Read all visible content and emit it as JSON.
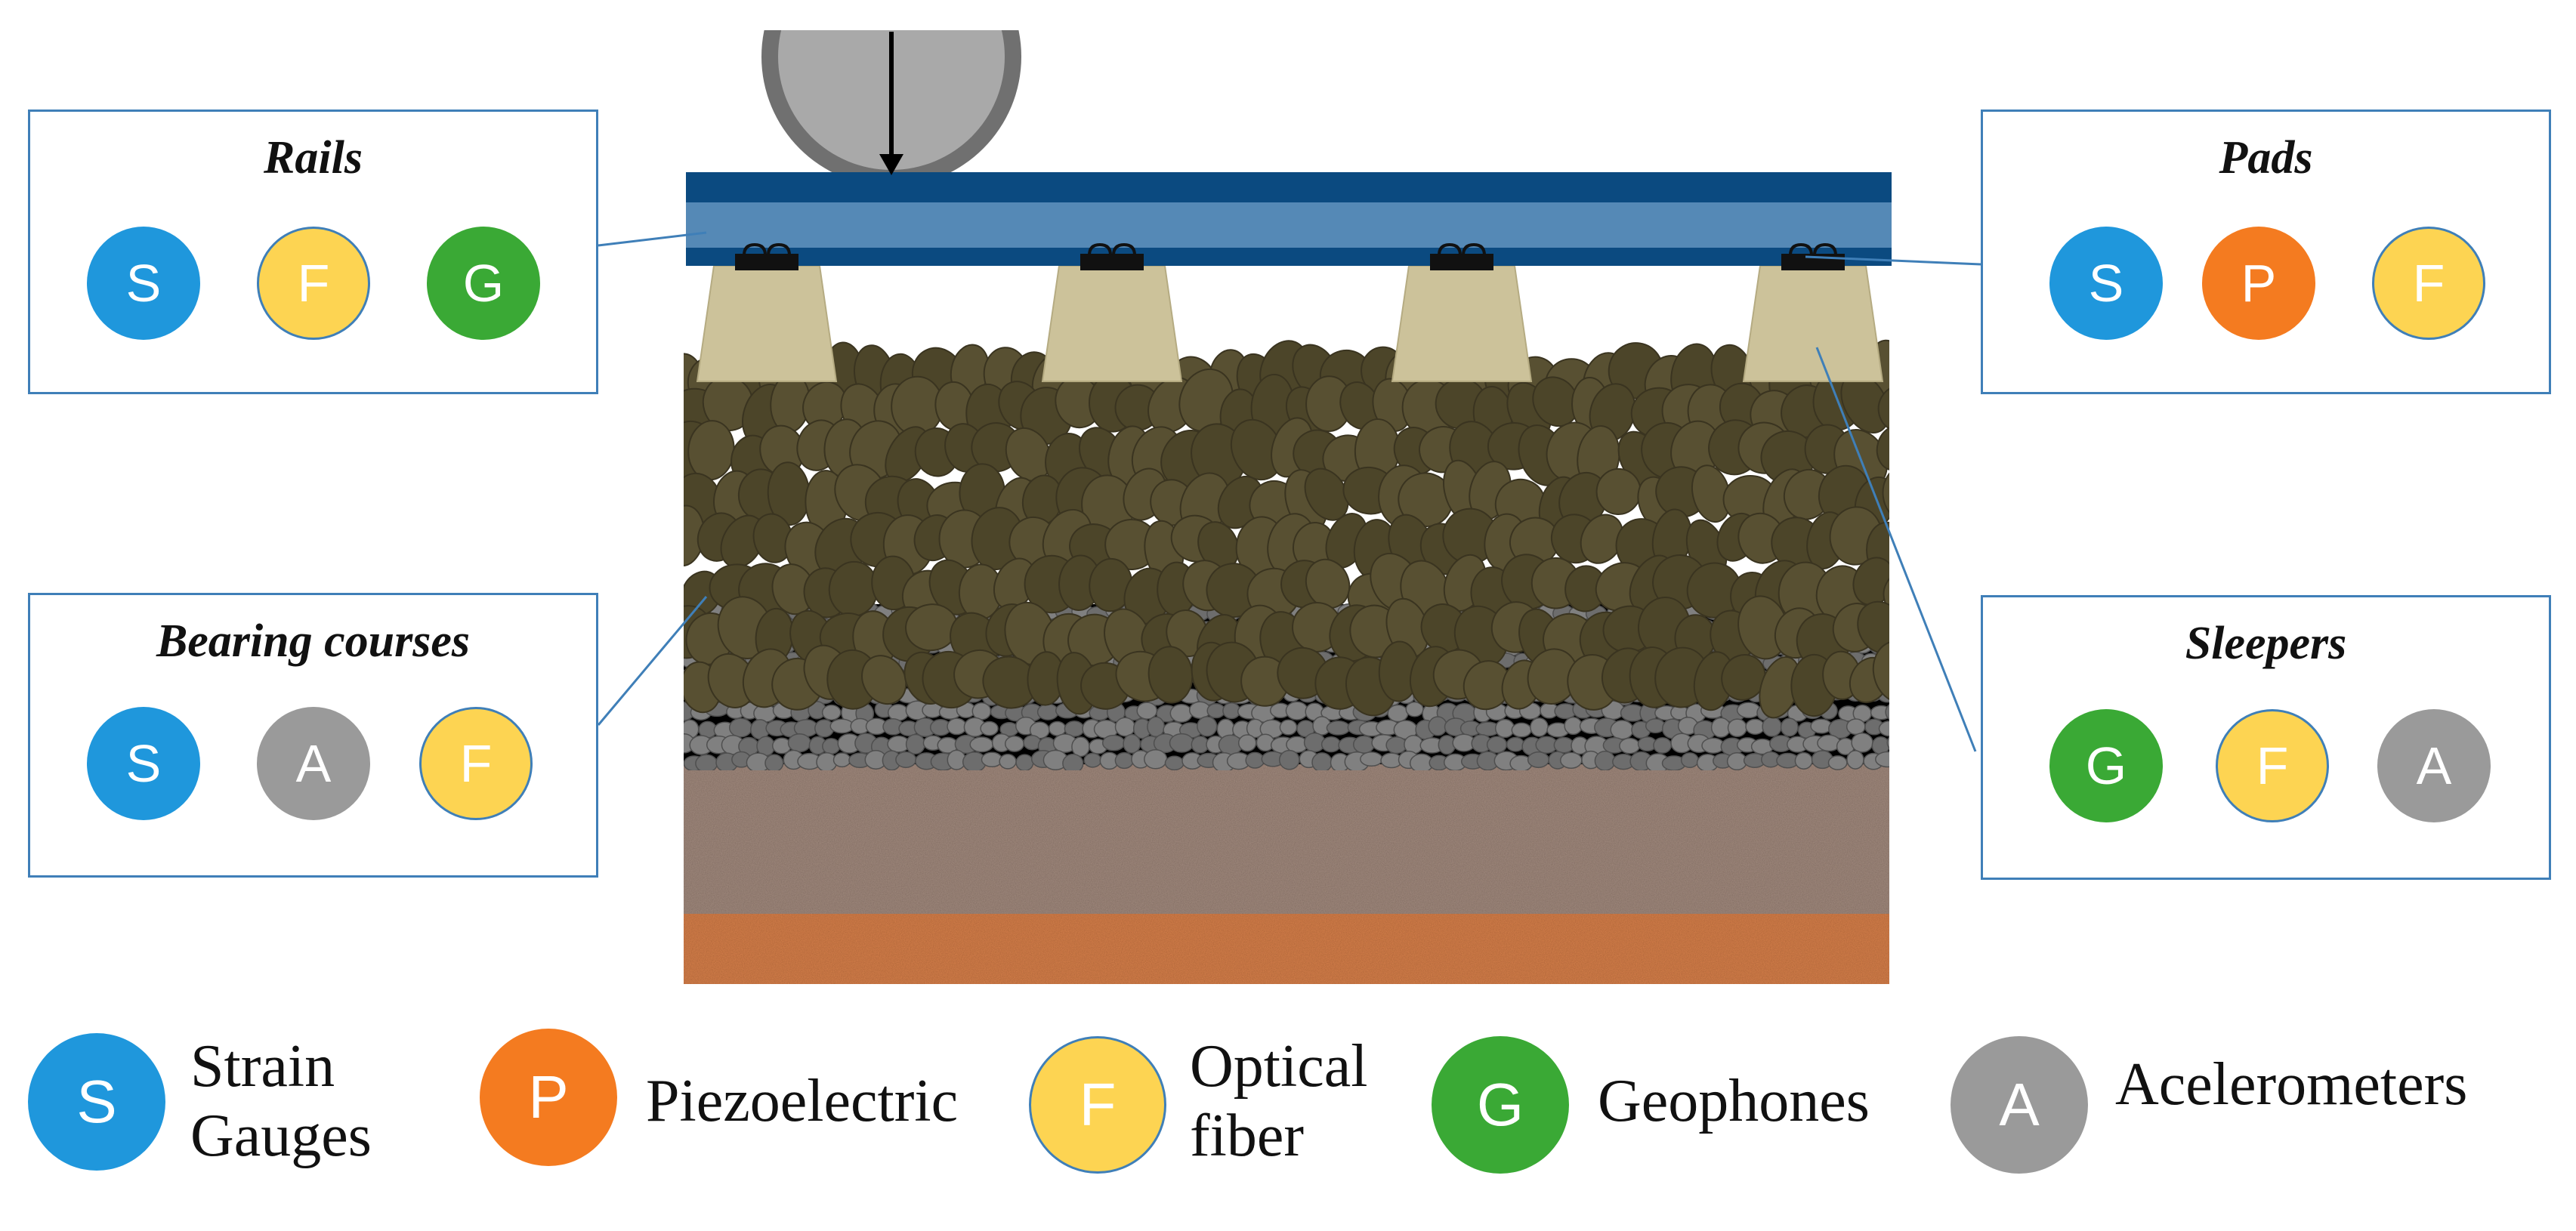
{
  "colors": {
    "S": "#1f97dc",
    "P": "#f47b20",
    "F": "#fdd452",
    "G": "#3aa935",
    "A": "#9a9a9a",
    "box_border": "#3f7fb8",
    "rail_dark": "#0b4a80",
    "rail_light": "#5589b6",
    "sleeper": "#ccc29a",
    "ballast": "#585032",
    "subballast": "#6d6d6d",
    "subgrade": "#a28b7f",
    "soil": "#d8814b"
  },
  "boxes": {
    "rails": {
      "title": "Rails",
      "sensors": [
        {
          "letter": "S",
          "type": "S"
        },
        {
          "letter": "F",
          "type": "F"
        },
        {
          "letter": "G",
          "type": "G"
        }
      ]
    },
    "pads": {
      "title": "Pads",
      "sensors": [
        {
          "letter": "S",
          "type": "S"
        },
        {
          "letter": "P",
          "type": "P"
        },
        {
          "letter": "F",
          "type": "F"
        }
      ]
    },
    "bearing": {
      "title": "Bearing courses",
      "sensors": [
        {
          "letter": "S",
          "type": "S"
        },
        {
          "letter": "A",
          "type": "A"
        },
        {
          "letter": "F",
          "type": "F"
        }
      ]
    },
    "sleepers": {
      "title": "Sleepers",
      "sensors": [
        {
          "letter": "G",
          "type": "G"
        },
        {
          "letter": "F",
          "type": "F"
        },
        {
          "letter": "A",
          "type": "A"
        }
      ]
    }
  },
  "legend": [
    {
      "letter": "S",
      "type": "S",
      "label_1": "Strain",
      "label_2": "Gauges"
    },
    {
      "letter": "P",
      "type": "P",
      "label_1": "Piezoelectric",
      "label_2": ""
    },
    {
      "letter": "F",
      "type": "F",
      "label_1": "Optical",
      "label_2": "fiber"
    },
    {
      "letter": "G",
      "type": "G",
      "label_1": "Geophones",
      "label_2": ""
    },
    {
      "letter": "A",
      "type": "A",
      "label_1": "Acelerometers",
      "label_2": ""
    }
  ]
}
